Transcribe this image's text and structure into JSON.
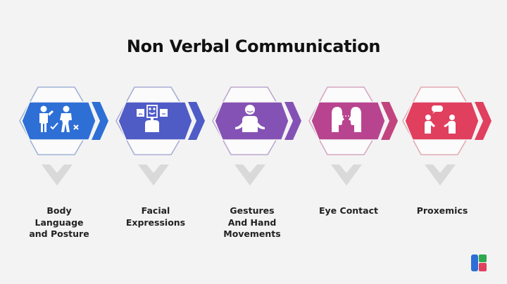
{
  "title": "Non Verbal Communication",
  "steps": [
    {
      "label": "Body Language and Posture",
      "label_lines": [
        "Body",
        "Language",
        "and Posture"
      ],
      "icon": "body-posture-icon",
      "color": "#2e6fd6",
      "outline": "#9fb3d6"
    },
    {
      "label": "Facial Expressions",
      "label_lines": [
        "Facial",
        "Expressions"
      ],
      "icon": "facial-expressions-icon",
      "color": "#4f5cc6",
      "outline": "#a9aed4"
    },
    {
      "label": "Gestures And Hand Movements",
      "label_lines": [
        "Gestures",
        "And Hand",
        "Movements"
      ],
      "icon": "gestures-icon",
      "color": "#8452b4",
      "outline": "#bba8cc"
    },
    {
      "label": "Eye Contact",
      "label_lines": [
        "Eye Contact"
      ],
      "icon": "eye-contact-icon",
      "color": "#b8448f",
      "outline": "#d4a8c2"
    },
    {
      "label": "Proxemics",
      "label_lines": [
        "Proxemics"
      ],
      "icon": "proxemics-icon",
      "color": "#e03f5e",
      "outline": "#e3a9b3"
    }
  ],
  "colors": {
    "background": "#f3f3f3",
    "title": "#111111",
    "down_arrow": "#d9d9d9"
  },
  "logo": {
    "icon": "brand-logo-icon",
    "colors": [
      "#2e6fd6",
      "#2fa84f",
      "#e03f5e"
    ]
  }
}
